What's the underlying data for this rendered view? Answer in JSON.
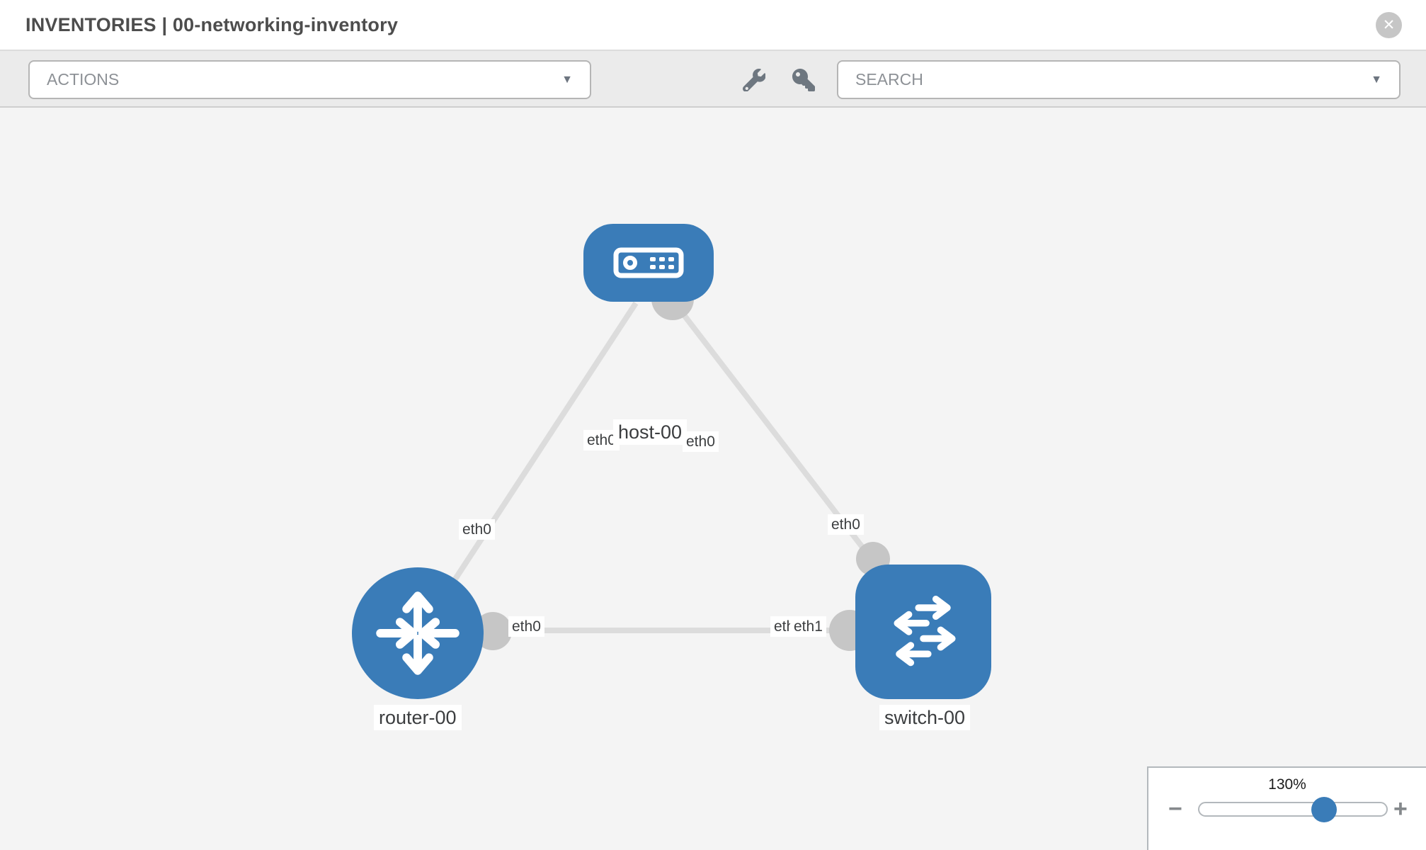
{
  "header": {
    "title": "INVENTORIES | 00-networking-inventory",
    "close_glyph": "✕"
  },
  "toolbar": {
    "actions_label": "ACTIONS",
    "search_placeholder": "SEARCH",
    "caret": "▼"
  },
  "nodes": {
    "host": {
      "name": "host-00",
      "type": "host"
    },
    "router": {
      "name": "router-00",
      "type": "router"
    },
    "switch": {
      "name": "switch-00",
      "type": "switch"
    }
  },
  "interfaces": {
    "host_left": "eth0",
    "host_right": "eth0",
    "host_router_link": "eth0",
    "host_switch_link": "eth0",
    "router_side": "eth0",
    "switch_side_back": "eth0",
    "switch_side_front": "eth1"
  },
  "zoom_control": {
    "level": "130%",
    "minus_glyph": "−",
    "plus_glyph": "+"
  },
  "colors": {
    "node_blue": "#3a7cb8",
    "connector_gray": "#c6c6c6",
    "link_gray": "#dcdcdc",
    "canvas_bg": "#f4f4f4"
  }
}
